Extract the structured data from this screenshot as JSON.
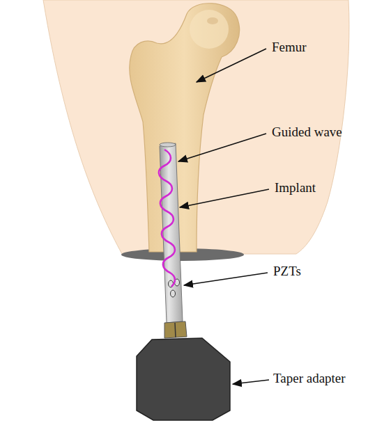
{
  "diagram": {
    "labels": [
      "Femur",
      "Guided wave",
      "Implant",
      "PZTs",
      "Taper adapter"
    ]
  }
}
